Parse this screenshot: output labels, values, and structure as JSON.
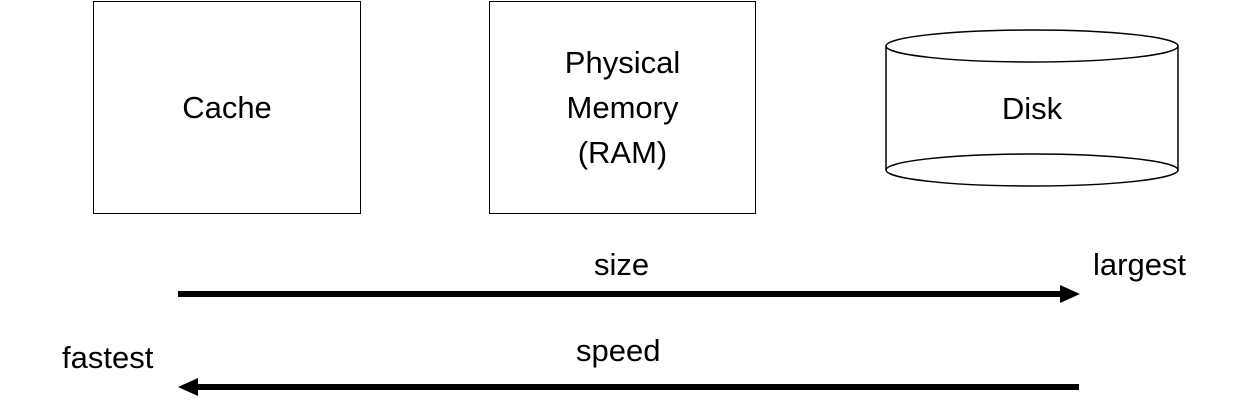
{
  "boxes": {
    "cache": "Cache",
    "ram": [
      "Physical",
      "Memory",
      "(RAM)"
    ],
    "disk": "Disk"
  },
  "axes": {
    "size_label": "size",
    "size_end": "largest",
    "speed_label": "speed",
    "speed_end": "fastest"
  },
  "colors": {
    "stroke": "#000000",
    "background": "#ffffff"
  }
}
